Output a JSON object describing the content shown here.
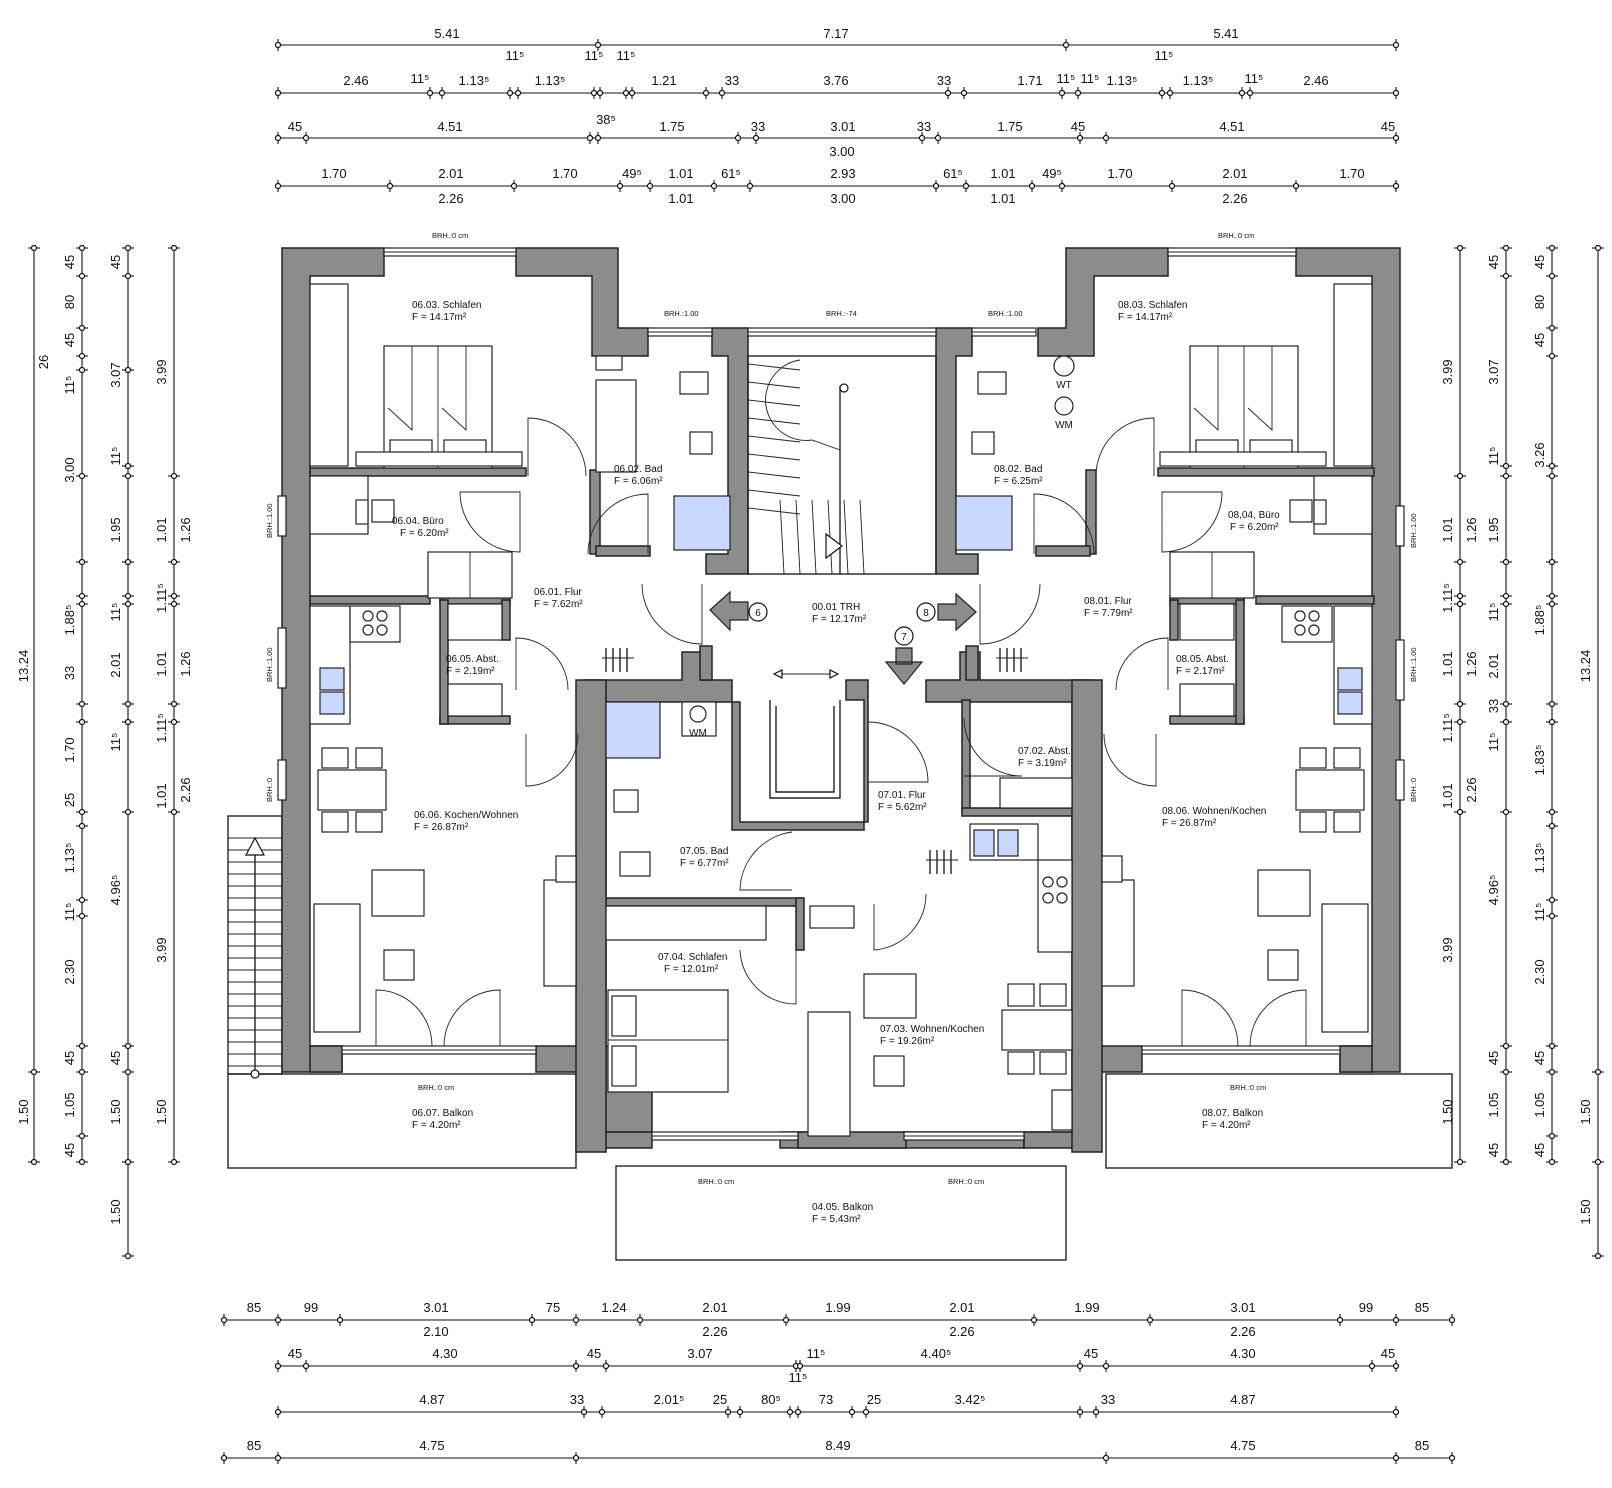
{
  "rooms": [
    {
      "id": "0603",
      "name": "06.03. Schlafen",
      "area": "F = 14.17m²"
    },
    {
      "id": "0602",
      "name": "06.02. Bad",
      "area": "F = 6.06m²"
    },
    {
      "id": "0604",
      "name": "06.04. Büro",
      "area": "F = 6.20m²"
    },
    {
      "id": "0601",
      "name": "06.01. Flur",
      "area": "F = 7.62m²"
    },
    {
      "id": "0605",
      "name": "06.05. Abst.",
      "area": "F = 2.19m²"
    },
    {
      "id": "0606",
      "name": "06.06. Kochen/Wohnen",
      "area": "F = 26.87m²"
    },
    {
      "id": "0607",
      "name": "06.07. Balkon",
      "area": "F = 4.20m²"
    },
    {
      "id": "0001",
      "name": "00.01 TRH",
      "area": "F = 12.17m²"
    },
    {
      "id": "0803",
      "name": "08.03. Schlafen",
      "area": "F = 14.17m²"
    },
    {
      "id": "0802",
      "name": "08.02. Bad",
      "area": "F = 6.25m²"
    },
    {
      "id": "0804",
      "name": "08,04, Büro",
      "area": "F = 6.20m²"
    },
    {
      "id": "0801",
      "name": "08.01. Flur",
      "area": "F = 7.79m²"
    },
    {
      "id": "0805",
      "name": "08.05. Abst.",
      "area": "F = 2.17m²"
    },
    {
      "id": "0806",
      "name": "08.06. Wohnen/Kochen",
      "area": "F = 26.87m²"
    },
    {
      "id": "0807",
      "name": "08.07. Balkon",
      "area": "F = 4.20m²"
    },
    {
      "id": "0702",
      "name": "07.02. Abst.",
      "area": "F = 3.19m²"
    },
    {
      "id": "0701",
      "name": "07.01. Flur",
      "area": "F = 5.62m²"
    },
    {
      "id": "0705",
      "name": "07.05. Bad",
      "area": "F = 6.77m²"
    },
    {
      "id": "0704",
      "name": "07.04. Schlafen",
      "area": "F = 12.01m²"
    },
    {
      "id": "0703",
      "name": "07.03. Wohnen/Kochen",
      "area": "F = 19.26m²"
    },
    {
      "id": "0405",
      "name": "04.05. Balkon",
      "area": "F = 5.43m²"
    }
  ],
  "brh": {
    "cm0": "BRH.:0 cm",
    "b100": "BRH.:1.00",
    "bm74": "BRH.:-74",
    "v100": "BRH.:1.00",
    "v0": "BRH.:0"
  },
  "fixtures": {
    "wt": "WT",
    "wm": "WM"
  },
  "markers": {
    "m6": "6",
    "m7": "7",
    "m8": "8"
  },
  "dims": {
    "top1": [
      "5.41",
      "7.17",
      "5.41"
    ],
    "top2": [
      "2.46",
      "1.13⁵",
      "1.13⁵",
      "1.21",
      "33",
      "3.76",
      "33",
      "1.71",
      "1.13⁵",
      "1.13⁵",
      "2.46"
    ],
    "top2sup": [
      "11⁵",
      "11⁵",
      "11⁵",
      "11⁵",
      "11⁵",
      "11⁵",
      "11⁵",
      "11⁵"
    ],
    "top3": [
      "45",
      "4.51",
      "38⁵",
      "1.75",
      "33",
      "3.01",
      "33",
      "1.75",
      "45",
      "4.51",
      "45"
    ],
    "top3b": "3.00",
    "top4": [
      "1.70",
      "2.01",
      "1.70",
      "49⁵",
      "1.01",
      "61⁵",
      "2.93",
      "61⁵",
      "1.01",
      "49⁵",
      "1.70",
      "2.01",
      "1.70"
    ],
    "top5": [
      "2.26",
      "1.01",
      "3.00",
      "1.01",
      "2.26"
    ],
    "bot1": [
      "85",
      "99",
      "3.01",
      "75",
      "1.24",
      "2.01",
      "1.99",
      "2.01",
      "1.99",
      "3.01",
      "99",
      "85"
    ],
    "bot1b": [
      "2.10",
      "2.26",
      "2.26",
      "2.26"
    ],
    "bot2": [
      "45",
      "4.30",
      "45",
      "3.07",
      "11⁵",
      "4.40⁵",
      "45",
      "4.30",
      "45"
    ],
    "bot3": [
      "4.87",
      "33",
      "2.01⁵",
      "25",
      "80⁵",
      "11⁵",
      "73",
      "25",
      "3.42⁵",
      "33",
      "4.87"
    ],
    "bot4": [
      "85",
      "4.75",
      "8.49",
      "4.75",
      "85"
    ],
    "leftA": [
      "13.24"
    ],
    "leftB": [
      "3.00",
      "1.88⁵",
      "1.50"
    ],
    "leftC": [
      "45",
      "80",
      "45",
      "11⁵",
      "26",
      "1.95",
      "11⁵",
      "33",
      "11⁵",
      "1.70",
      "25",
      "1.13⁵",
      "11⁵",
      "2.30",
      "45",
      "1.05",
      "45"
    ],
    "leftD": [
      "45",
      "3.07",
      "11⁵",
      "1.95",
      "11⁵",
      "2.01",
      "11⁵",
      "4.96⁵",
      "45",
      "1.50",
      "1.50"
    ],
    "leftE": [
      "3.99",
      "1.01",
      "1.11⁵",
      "1.01",
      "1.11⁵",
      "1.01",
      "3.99",
      "1.50"
    ],
    "leftF": [
      "1.26",
      "1.26",
      "2.26"
    ],
    "rightA": [
      "3.99",
      "1.26",
      "1.01",
      "1.11⁵",
      "1.26",
      "1.01",
      "1.11⁵",
      "1.01",
      "2.26",
      "3.99",
      "1.50"
    ],
    "rightB": [
      "45",
      "11⁵",
      "11⁵",
      "1.01",
      "11⁵",
      "2.01",
      "33",
      "11⁵",
      "1.01",
      "11⁵",
      "4.96⁵",
      "45",
      "1.05",
      "45"
    ],
    "rightC": [
      "45",
      "80",
      "45",
      "3.07",
      "3.26",
      "1.95",
      "1.88⁵",
      "1.83⁵",
      "1.13⁵",
      "11⁵",
      "2.30",
      "45",
      "1.05",
      "45"
    ],
    "rightD": [
      "13.24",
      "1.50",
      "1.50"
    ]
  }
}
